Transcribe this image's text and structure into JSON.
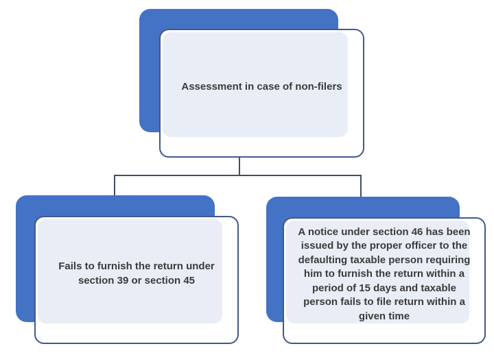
{
  "diagram": {
    "type": "hierarchy-flowchart",
    "colors": {
      "shadow_fill": "#4472c4",
      "card_fill": "#ffffff",
      "card_border": "#42588c",
      "card_highlight": "#e9edf6",
      "connector": "#3e4d6a",
      "text": "#3b3b3b",
      "background": "#ffffff"
    },
    "nodes": [
      {
        "id": "root",
        "lines": [
          "Assessment in case of non-filers"
        ]
      },
      {
        "id": "condition-left",
        "lines": [
          "Fails to furnish the return under",
          "section 39 or section 45"
        ]
      },
      {
        "id": "condition-right",
        "lines": [
          "A notice under section 46 has been",
          "issued by the proper officer to the",
          "defaulting taxable person requiring",
          "him to furnish the return within a",
          "period of 15 days and taxable",
          "person fails to file return within a",
          "given time"
        ]
      }
    ]
  }
}
